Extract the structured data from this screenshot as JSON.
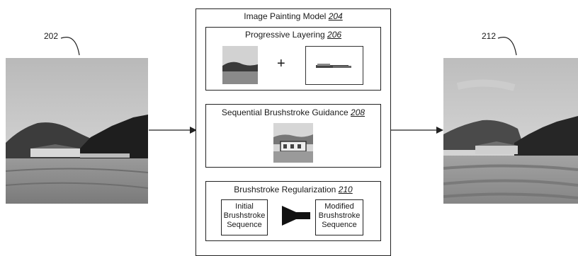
{
  "input_image": {
    "ref": "202"
  },
  "output_image": {
    "ref": "212"
  },
  "model": {
    "title": "Image Painting Model",
    "ref": "204",
    "progressive_layering": {
      "title": "Progressive Layering",
      "ref": "206",
      "operator": "+"
    },
    "sequential_guidance": {
      "title": "Sequential Brushstroke Guidance",
      "ref": "208"
    },
    "regularization": {
      "title": "Brushstroke Regularization",
      "ref": "210",
      "initial_lines": [
        "Initial",
        "Brushstroke",
        "Sequence"
      ],
      "modified_lines": [
        "Modified",
        "Brushstroke",
        "Sequence"
      ]
    }
  },
  "colors": {
    "line": "#222222",
    "sky": "#c9c9c9",
    "hill": "#3a3a3a",
    "trees": "#1e1e1e",
    "field": "#8a8a8a"
  }
}
